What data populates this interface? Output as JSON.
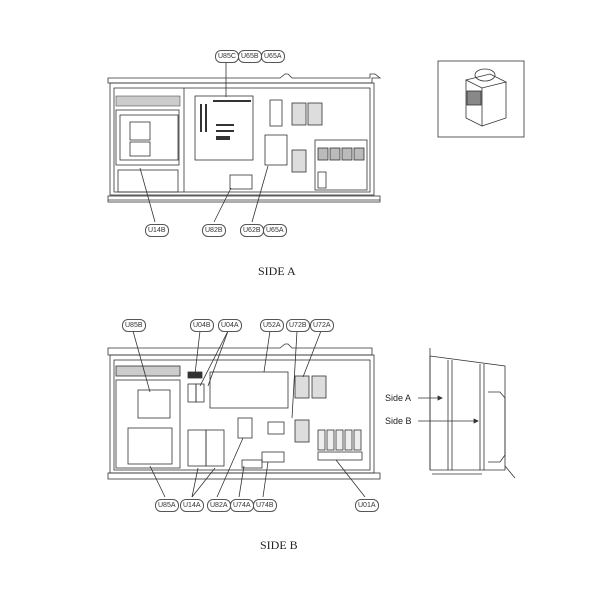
{
  "side_a": {
    "caption": "SIDE A",
    "top_labels": [
      "U85C",
      "U65B",
      "U65A"
    ],
    "bottom_labels": [
      "U14B",
      "U82B",
      "U62B",
      "U65A"
    ]
  },
  "side_b": {
    "caption": "SIDE B",
    "top_labels": [
      "U85B",
      "U04B",
      "U04A",
      "U52A",
      "U72B",
      "U72A"
    ],
    "bottom_labels": [
      "U85A",
      "U14A",
      "U82A",
      "U74A",
      "U74B",
      "U01A"
    ]
  },
  "side_view": {
    "side_a_label": "Side A",
    "side_b_label": "Side B"
  },
  "thumbnail": {
    "icon": "outdoor-unit-icon"
  }
}
